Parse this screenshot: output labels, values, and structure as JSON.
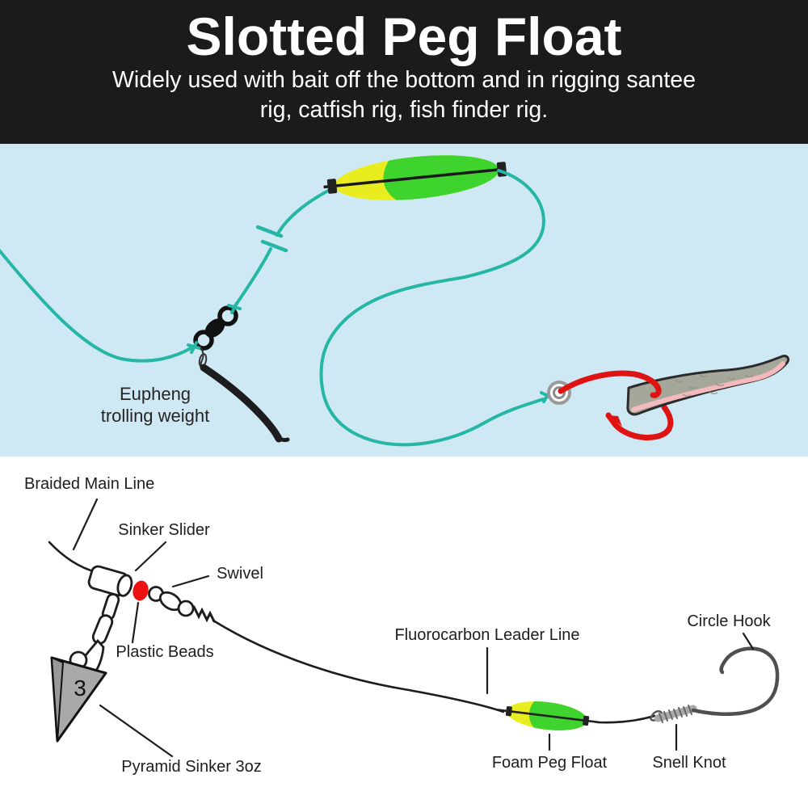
{
  "banner": {
    "title": "Slotted Peg Float",
    "subtitle_line1": "Widely used with bait off the bottom and in rigging santee",
    "subtitle_line2": "rig, catfish rig, fish finder rig."
  },
  "scene": {
    "weight_label_line1": "Eupheng",
    "weight_label_line2": "trolling weight"
  },
  "diagram": {
    "labels": {
      "braided_main_line": "Braided Main Line",
      "sinker_slider": "Sinker Slider",
      "swivel": "Swivel",
      "plastic_beads": "Plastic Beads",
      "pyramid_sinker": "Pyramid Sinker 3oz",
      "fluorocarbon_leader_line": "Fluorocarbon Leader Line",
      "foam_peg_float": "Foam Peg Float",
      "snell_knot": "Snell Knot",
      "circle_hook": "Circle Hook"
    },
    "sinker_weight_number": "3"
  },
  "colors": {
    "banner_bg": "#1b1b1b",
    "banner_text": "#ffffff",
    "scene_bg": "#cfe9f4",
    "line_teal": "#26b6a6",
    "float_yellow": "#e9ed1f",
    "float_green": "#3ed42d",
    "hook_red": "#e01313",
    "bead_red": "#ee1111",
    "sinker_gray": "#a9a9a9",
    "bait_gray": "#a5a79a",
    "bait_pink": "#f4b9bd",
    "diagram_ink": "#1d1d1d",
    "hook_gray": "#4f4f4f"
  }
}
